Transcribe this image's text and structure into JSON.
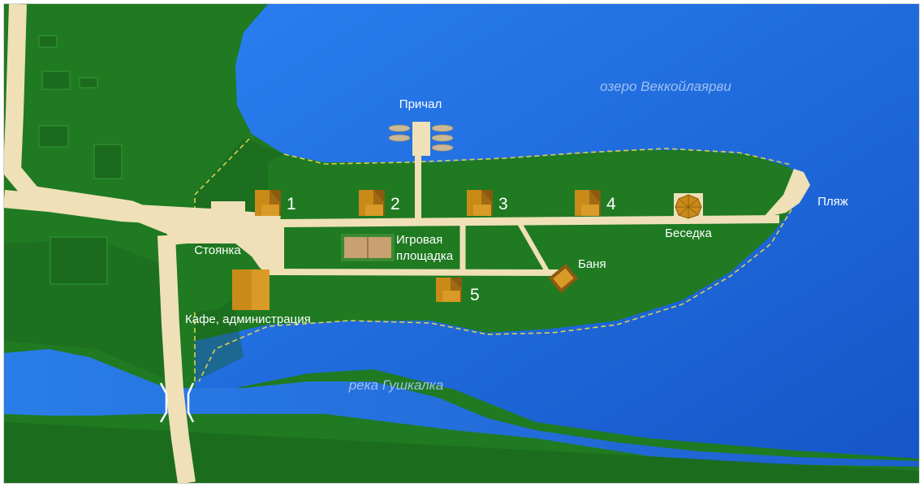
{
  "map": {
    "water_labels": {
      "lake": "озеро Веккойлаярви",
      "river": "река Гушкалка"
    },
    "places": {
      "pier": "Причал",
      "beach": "Пляж",
      "parking": "Стоянка",
      "playground_line1": "Игровая",
      "playground_line2": "площадка",
      "gazebo": "Беседка",
      "sauna": "Баня",
      "cafe": "Кафе, администрация"
    },
    "cottages": [
      "1",
      "2",
      "3",
      "4",
      "5"
    ],
    "colors": {
      "water": "#1e6fe0",
      "land": "#1f7a22",
      "forest_dark": "#165e19",
      "road": "#efe0b8",
      "building": "#c98a18",
      "building_shadow": "#8a5a10",
      "boundary": "#d8d050"
    }
  }
}
